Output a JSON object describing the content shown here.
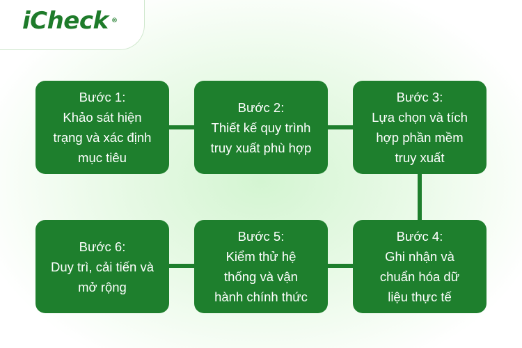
{
  "logo": {
    "brand": "iCheck",
    "registered": "®"
  },
  "steps": [
    {
      "title": "Bước 1:",
      "lines": [
        "Khảo sát hiện",
        "trạng và xác định",
        "mục tiêu"
      ]
    },
    {
      "title": "Bước 2:",
      "lines": [
        "Thiết kế quy trình",
        "truy xuất phù hợp"
      ]
    },
    {
      "title": "Bước 3:",
      "lines": [
        "Lựa chọn và tích",
        "hợp phần mềm",
        "truy xuất"
      ]
    },
    {
      "title": "Bước 4:",
      "lines": [
        "Ghi nhận và",
        "chuẩn hóa dữ",
        "liệu thực tế"
      ]
    },
    {
      "title": "Bước 5:",
      "lines": [
        "Kiểm thử hệ",
        "thống và vận",
        "hành chính thức"
      ]
    },
    {
      "title": "Bước 6:",
      "lines": [
        "Duy trì, cải tiến và",
        "mở rộng"
      ]
    }
  ],
  "colors": {
    "box": "#1e7f2d",
    "brand": "#1e7b2a"
  }
}
